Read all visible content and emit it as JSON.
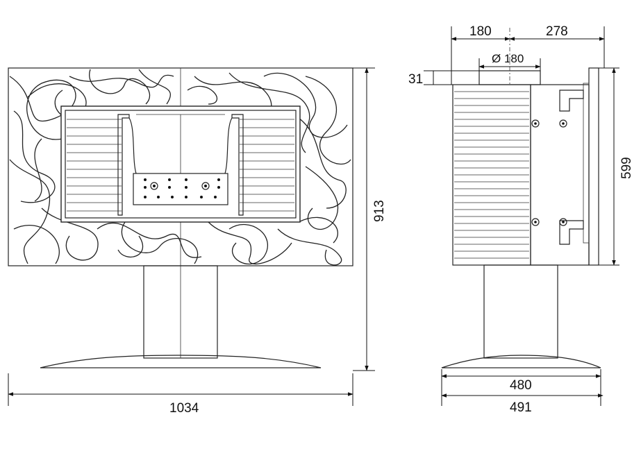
{
  "dimensions": {
    "total_width": "1034",
    "total_height": "913",
    "side_left_to_flue": "180",
    "side_flue_to_back": "278",
    "flue_diameter": "Ø 180",
    "flue_offset": "31",
    "body_height": "599",
    "base_depth": "480",
    "overall_depth": "491"
  }
}
